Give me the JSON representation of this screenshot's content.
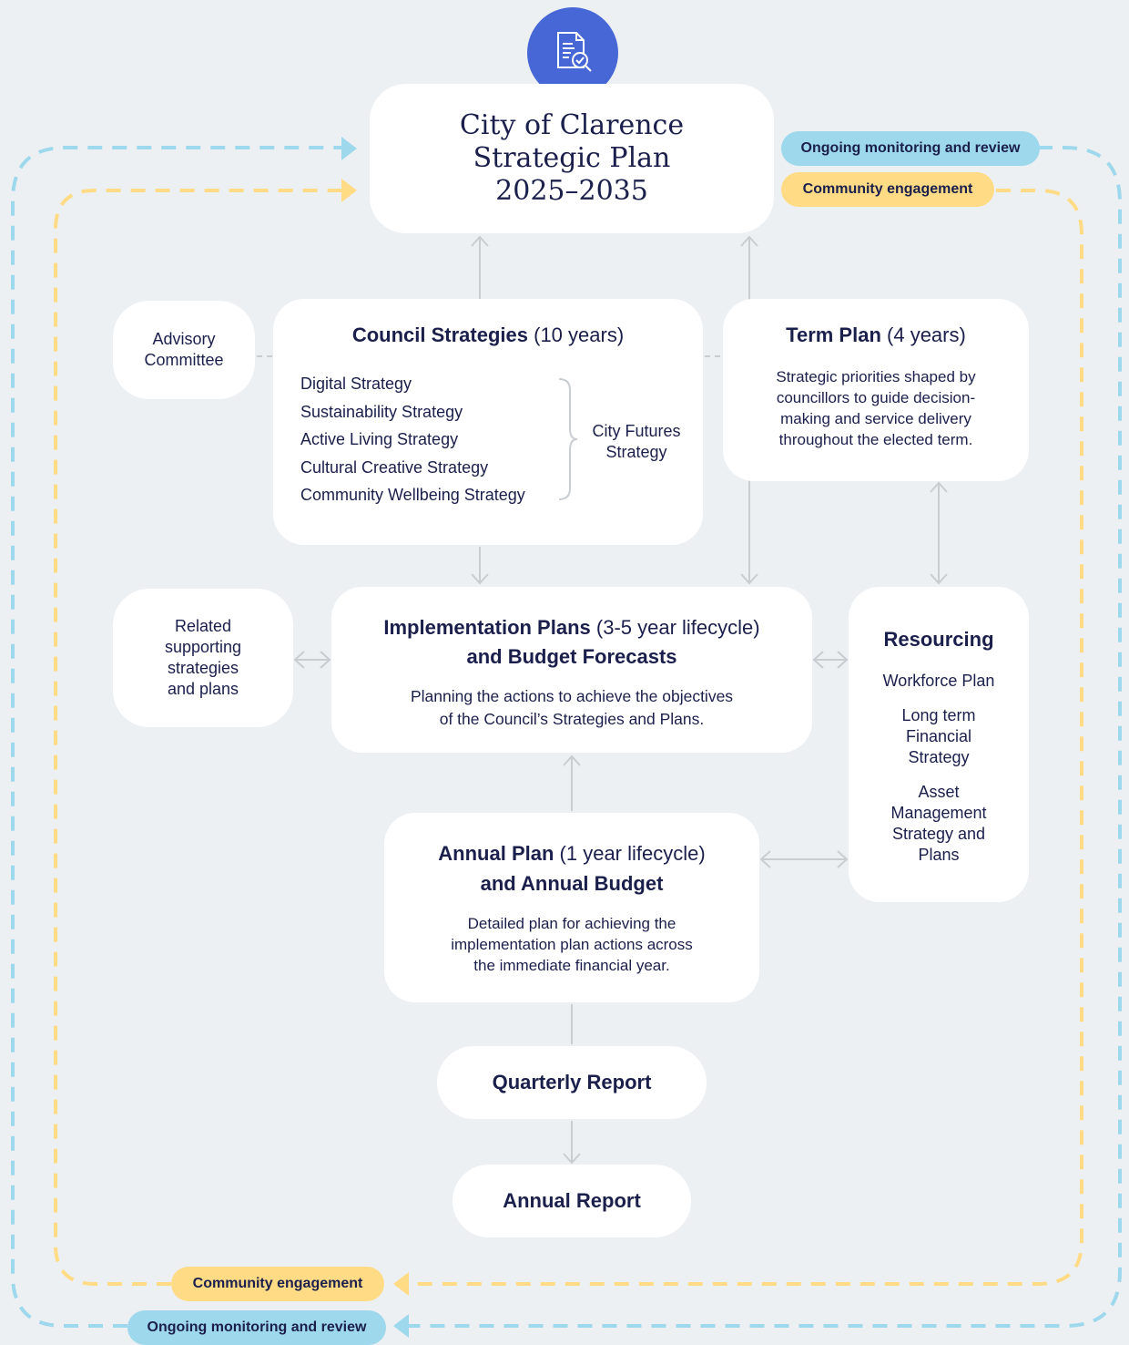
{
  "title": {
    "line1": "City of Clarence",
    "line2": "Strategic Plan",
    "line3": "2025–2035"
  },
  "icon": "document-search-icon",
  "pills": {
    "monitoring_top": "Ongoing monitoring and review",
    "engagement_top": "Community engagement",
    "engagement_bottom": "Community engagement",
    "monitoring_bottom": "Ongoing monitoring and review"
  },
  "advisory": {
    "line1": "Advisory",
    "line2": "Committee"
  },
  "council": {
    "heading_bold": "Council Strategies",
    "heading_light": " (10 years)",
    "items": [
      "Digital Strategy",
      "Sustainability Strategy",
      "Active Living Strategy",
      "Cultural Creative Strategy",
      "Community Wellbeing Strategy"
    ],
    "city_futures_line1": "City Futures",
    "city_futures_line2": "Strategy"
  },
  "term_plan": {
    "heading_bold": "Term Plan",
    "heading_light": " (4 years)",
    "lines": [
      "Strategic priorities shaped by",
      "councillors to guide decision-",
      "making and service delivery",
      "throughout the elected term."
    ]
  },
  "related": {
    "lines": [
      "Related",
      "supporting",
      "strategies",
      "and plans"
    ]
  },
  "implementation": {
    "heading_bold": "Implementation Plans",
    "heading_light": " (3-5 year lifecycle)",
    "heading_line2": "and Budget Forecasts",
    "lines": [
      "Planning the actions to achieve the objectives",
      "of the Council’s Strategies and Plans."
    ]
  },
  "resourcing": {
    "heading": "Resourcing",
    "item1": "Workforce Plan",
    "item2": [
      "Long term",
      "Financial",
      "Strategy"
    ],
    "item3": [
      "Asset",
      "Management",
      "Strategy and",
      "Plans"
    ]
  },
  "annual_plan": {
    "heading_bold": "Annual Plan",
    "heading_light": " (1 year lifecycle)",
    "heading_line2": "and Annual Budget",
    "lines": [
      "Detailed plan for achieving the",
      "implementation plan actions across",
      "the immediate financial year."
    ]
  },
  "quarterly": "Quarterly Report",
  "annual_report": "Annual Report",
  "colors": {
    "background": "#EDF0F3",
    "navy": "#1B1F4B",
    "icon_blue": "#4867D6",
    "monitoring_blue": "#9ED8EC",
    "engagement_yellow": "#FFDB86",
    "connector_grey": "#C9CDD2"
  }
}
